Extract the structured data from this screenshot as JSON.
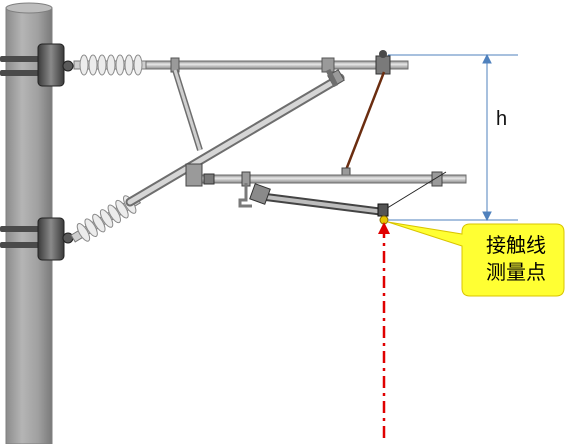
{
  "labels": {
    "height_symbol": "h",
    "callout_line1": "接触线",
    "callout_line2": "测量点"
  },
  "colors": {
    "pole_fill": "#a6a6a6",
    "pole_edge": "#7f7f7f",
    "tube": "#c0c0c0",
    "tube_edge": "#6e6e6e",
    "insulator": "#e6e6e6",
    "dim_line": "#4f81bd",
    "callout_fill": "#ffff33",
    "measure_line": "#e00000",
    "dropper": "#6b2d10"
  }
}
